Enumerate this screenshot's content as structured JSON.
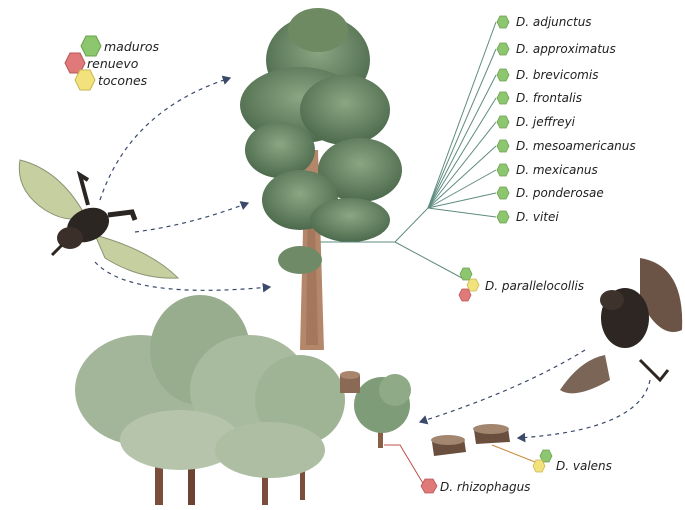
{
  "legend": [
    {
      "label": "maduros",
      "color": "#8cc66e"
    },
    {
      "label": "renuevo",
      "color": "#e07a7a"
    },
    {
      "label": "tocones",
      "color": "#f2e27c"
    }
  ],
  "species_groups": {
    "maduros_species": [
      "D. adjunctus",
      "D. approximatus",
      "D. brevicomis",
      "D. frontalis",
      "D. jeffreyi",
      "D. mesoamericanus",
      "D. mexicanus",
      "D. ponderosae",
      "D. vitei"
    ],
    "all_hosts_species": "D. parallelocollis",
    "tocones_species": "D. valens",
    "renuevo_species": "D. rhizophagus"
  },
  "colors": {
    "line_green": "#5f8c80",
    "line_red": "#c0504d",
    "line_orange": "#c98a3a",
    "arrow": "#3b4a6b"
  }
}
